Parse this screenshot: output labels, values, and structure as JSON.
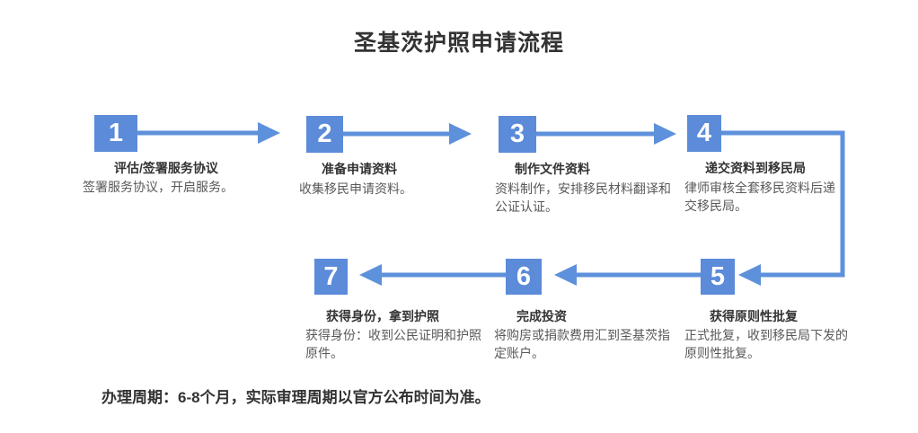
{
  "title": "圣基茨护照申请流程",
  "note": "办理周期：6-8个月，实际审理周期以官方公布时间为准。",
  "colors": {
    "step_box": "#5b8bd9",
    "arrow": "#5e91db",
    "heading_text": "#333333",
    "body_text": "#595959",
    "background": "#ffffff"
  },
  "steps": [
    {
      "num": "1",
      "title": "评估/签署服务协议",
      "desc": "签署服务协议，开启服务。"
    },
    {
      "num": "2",
      "title": "准备申请资料",
      "desc": "收集移民申请资料。"
    },
    {
      "num": "3",
      "title": "制作文件资料",
      "desc": "资料制作，安排移民材料翻译和公证认证。"
    },
    {
      "num": "4",
      "title": "递交资料到移民局",
      "desc": "律师审核全套移民资料后递交移民局。"
    },
    {
      "num": "5",
      "title": "获得原则性批复",
      "desc": "正式批复，收到移民局下发的原则性批复。"
    },
    {
      "num": "6",
      "title": "完成投资",
      "desc": "将购房或捐款费用汇到圣基茨指定账户。"
    },
    {
      "num": "7",
      "title": "获得身份，拿到护照",
      "desc": "获得身份：收到公民证明和护照原件。"
    }
  ]
}
